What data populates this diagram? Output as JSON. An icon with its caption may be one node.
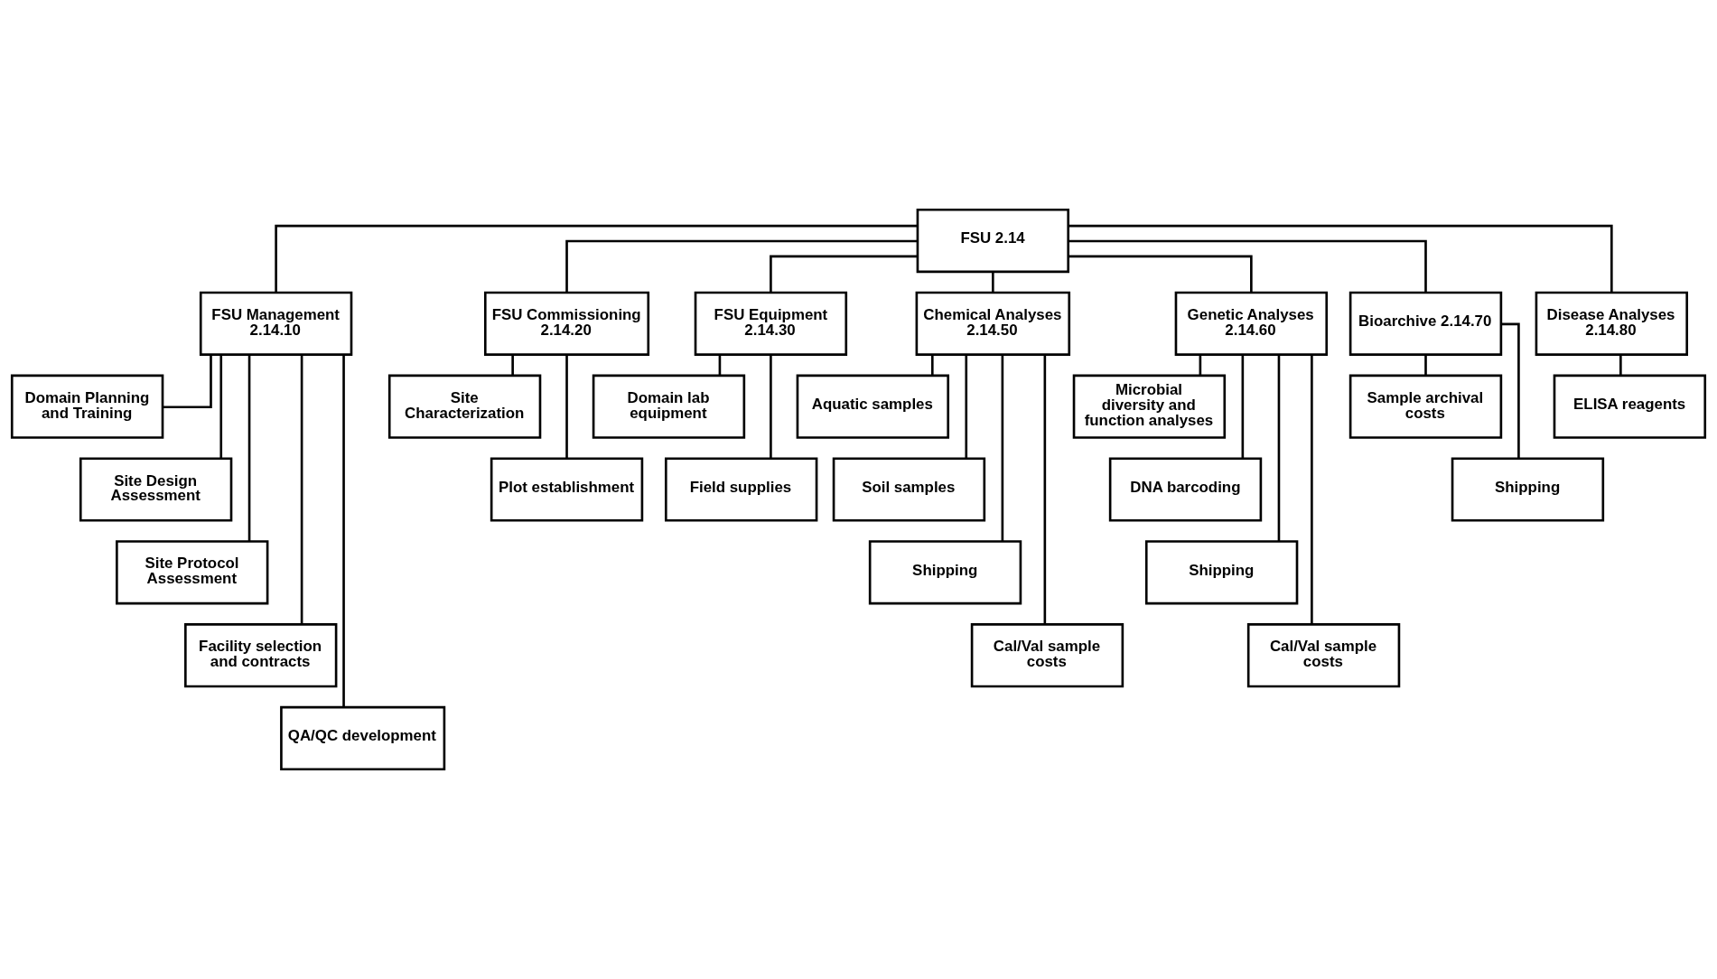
{
  "diagram": {
    "nodes": [
      {
        "text": [
          "FSU 2.14"
        ]
      },
      {
        "text": [
          "FSU Management 2.14.10"
        ]
      },
      {
        "text": [
          "FSU Commissioning 2.14.20"
        ]
      },
      {
        "text": [
          "FSU Equipment 2.14.30"
        ]
      },
      {
        "text": [
          "Chemical Analyses 2.14.50"
        ]
      },
      {
        "text": [
          "Genetic Analyses 2.14.60"
        ]
      },
      {
        "text": [
          "Bioarchive 2.14.70"
        ]
      },
      {
        "text": [
          "Disease Analyses 2.14.80"
        ]
      },
      {
        "text": [
          "Domain Planning and Training"
        ]
      },
      {
        "text": [
          "Site Design Assessment"
        ]
      },
      {
        "text": [
          "Site Protocol Assessment"
        ]
      },
      {
        "text": [
          "Facility selection and contracts"
        ]
      },
      {
        "text": [
          "QA/QC development"
        ]
      },
      {
        "text": [
          "Site Characterization"
        ]
      },
      {
        "text": [
          "Plot establishment"
        ]
      },
      {
        "text": [
          "Domain lab equipment"
        ]
      },
      {
        "text": [
          "Field supplies"
        ]
      },
      {
        "text": [
          "Aquatic samples"
        ]
      },
      {
        "text": [
          "Soil samples"
        ]
      },
      {
        "text": [
          "Shipping"
        ]
      },
      {
        "text": [
          "Cal/Val sample costs"
        ]
      },
      {
        "text": [
          "Microbial diversity and function analyses"
        ]
      },
      {
        "text": [
          "DNA barcoding"
        ]
      },
      {
        "text": [
          "Shipping"
        ]
      },
      {
        "text": [
          "Cal/Val sample costs"
        ]
      },
      {
        "text": [
          "Sample archival costs"
        ]
      },
      {
        "text": [
          "Shipping"
        ]
      },
      {
        "text": [
          "ELISA reagents"
        ]
      }
    ],
    "edges": [
      {
        "from": 0,
        "to": 1,
        "arrow": "none"
      },
      {
        "from": 0,
        "to": 2,
        "arrow": "none"
      },
      {
        "from": 0,
        "to": 3,
        "arrow": "none"
      },
      {
        "from": 0,
        "to": 4,
        "arrow": "none"
      },
      {
        "from": 0,
        "to": 5,
        "arrow": "none"
      },
      {
        "from": 0,
        "to": 6,
        "arrow": "none"
      },
      {
        "from": 0,
        "to": 7,
        "arrow": "none"
      },
      {
        "from": 1,
        "to": 8,
        "arrow": "none"
      },
      {
        "from": 1,
        "to": 9,
        "arrow": "none"
      },
      {
        "from": 1,
        "to": 10,
        "arrow": "none"
      },
      {
        "from": 1,
        "to": 11,
        "arrow": "none"
      },
      {
        "from": 1,
        "to": 12,
        "arrow": "none"
      },
      {
        "from": 2,
        "to": 13,
        "arrow": "none"
      },
      {
        "from": 2,
        "to": 14,
        "arrow": "none"
      },
      {
        "from": 3,
        "to": 15,
        "arrow": "none"
      },
      {
        "from": 3,
        "to": 16,
        "arrow": "none"
      },
      {
        "from": 4,
        "to": 17,
        "arrow": "none"
      },
      {
        "from": 4,
        "to": 18,
        "arrow": "none"
      },
      {
        "from": 4,
        "to": 19,
        "arrow": "none"
      },
      {
        "from": 4,
        "to": 20,
        "arrow": "none"
      },
      {
        "from": 5,
        "to": 21,
        "arrow": "none"
      },
      {
        "from": 5,
        "to": 22,
        "arrow": "none"
      },
      {
        "from": 5,
        "to": 23,
        "arrow": "none"
      },
      {
        "from": 5,
        "to": 24,
        "arrow": "none"
      },
      {
        "from": 6,
        "to": 25,
        "arrow": "none"
      },
      {
        "from": 6,
        "to": 26,
        "arrow": "none"
      },
      {
        "from": 7,
        "to": 27,
        "arrow": "none"
      }
    ]
  }
}
